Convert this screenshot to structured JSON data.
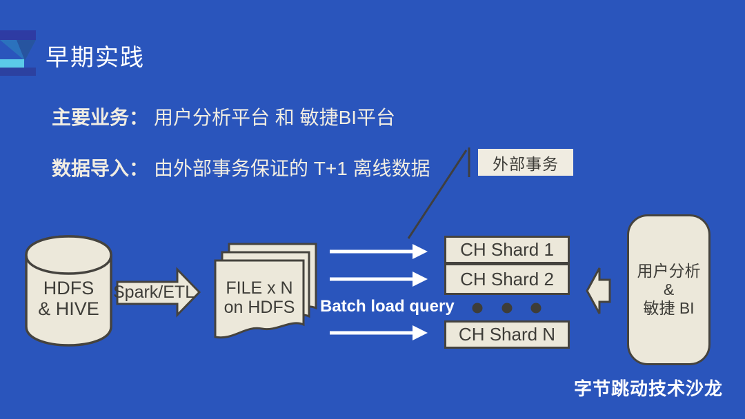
{
  "slide": {
    "title": "早期实践",
    "footer": "字节跳动技术沙龙"
  },
  "bullets": {
    "business": {
      "label": "主要业务：",
      "text": "用户分析平台 和 敏捷BI平台"
    },
    "ingest": {
      "label": "数据导入：",
      "text": "由外部事务保证的 T+1 离线数据"
    }
  },
  "callout": {
    "label": "外部事务"
  },
  "diagram": {
    "hdfs": {
      "line1": "HDFS",
      "line2": "& HIVE"
    },
    "etl": {
      "label": "Spark/ETL"
    },
    "files": {
      "line1": "FILE x N",
      "line2": "on HDFS"
    },
    "batch": {
      "label": "Batch load query"
    },
    "shards": [
      {
        "label": "CH Shard 1"
      },
      {
        "label": "CH Shard 2"
      },
      {
        "label": "CH Shard N"
      }
    ],
    "consumer": {
      "line1": "用户分析",
      "line2": "&",
      "line3": "敏捷 BI"
    }
  },
  "colors": {
    "background": "#2a55bc",
    "shape_fill": "#ece8da",
    "shape_border": "#45433e",
    "shape_text": "#3e3d38",
    "callout_line": "#3f3f3f",
    "arrow_white": "#ffffff",
    "body_text": "#f1ede2",
    "logo_indigo": "#2e3ba3",
    "logo_blue": "#2b72bd",
    "logo_blue_dark": "#27549f",
    "logo_cyan": "#5bcbe9",
    "logo_navy": "#2c41a0"
  }
}
